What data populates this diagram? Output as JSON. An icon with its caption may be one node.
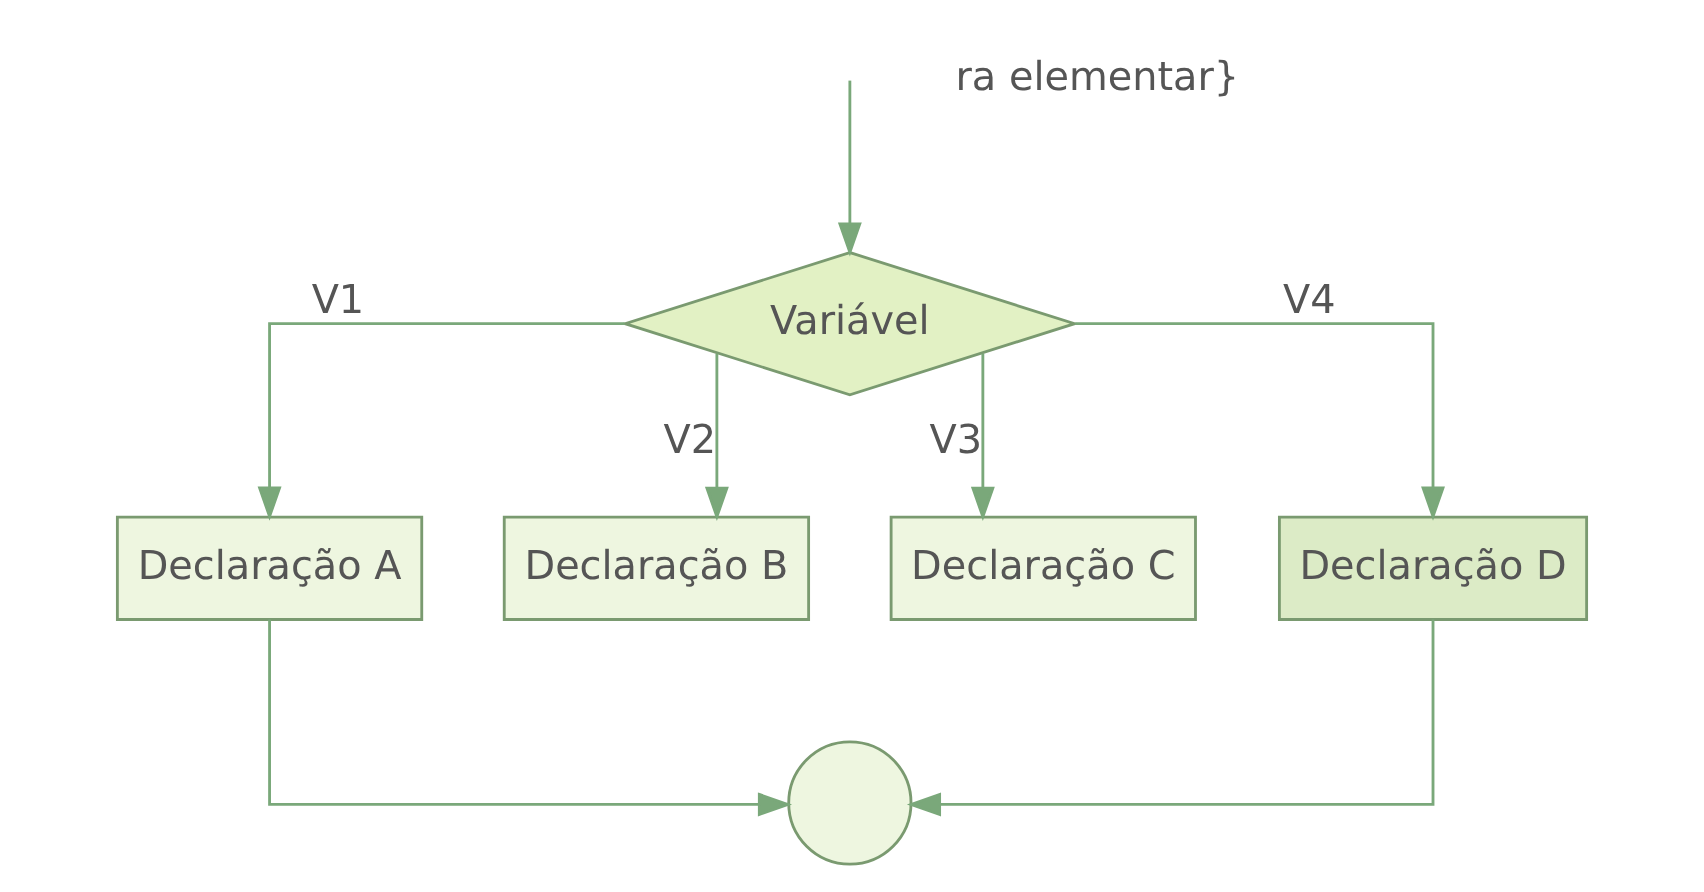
{
  "diagram": {
    "nodes": [
      {
        "text": [
          "Variável"
        ]
      },
      {
        "text": [
          "Declaração A"
        ]
      },
      {
        "text": [
          "Declaração B"
        ]
      },
      {
        "text": [
          "Declaração C"
        ]
      },
      {
        "text": [
          "Declaração D"
        ]
      },
      {
        "text": [],
        "shape": "circle"
      }
    ],
    "edges": [
      {
        "from": null,
        "to": 0,
        "arrow": "to"
      },
      {
        "from": 0,
        "to": 1,
        "label": "V1",
        "arrow": "to"
      },
      {
        "from": 0,
        "to": 2,
        "label": "V2",
        "arrow": "to"
      },
      {
        "from": 0,
        "to": 3,
        "label": "V3",
        "arrow": "to"
      },
      {
        "from": 0,
        "to": 4,
        "label": "V4",
        "arrow": "to"
      },
      {
        "from": 1,
        "to": 5,
        "arrow": "to"
      },
      {
        "from": 4,
        "to": 5,
        "arrow": "to"
      }
    ],
    "labels": [
      "ra elementar}"
    ]
  }
}
